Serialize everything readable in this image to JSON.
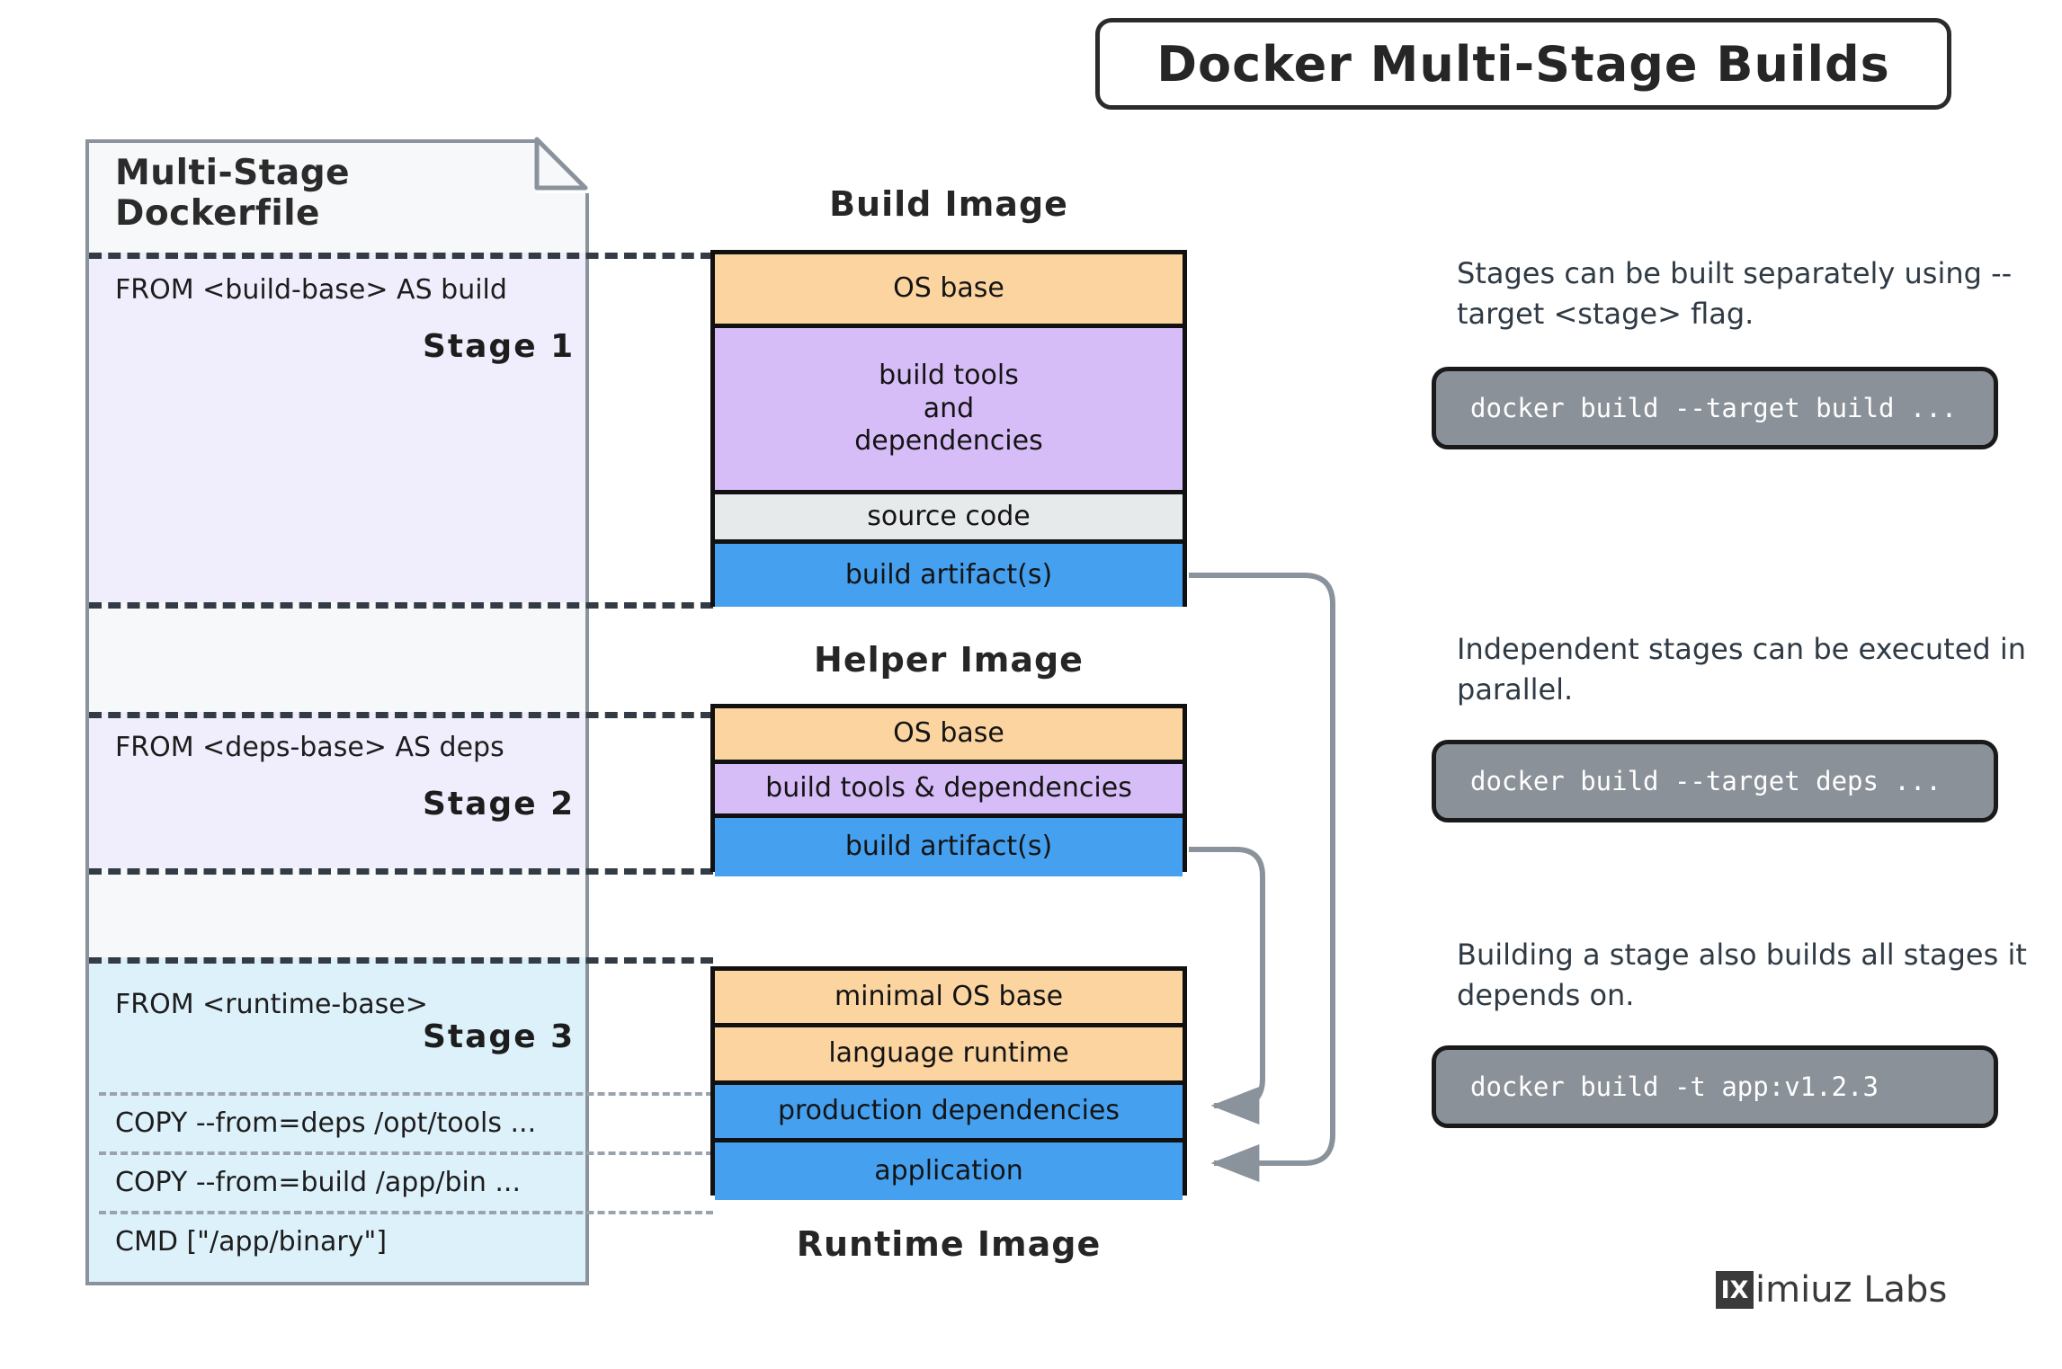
{
  "title": "Docker Multi-Stage Builds",
  "dockerfile": {
    "heading": "Multi-Stage Dockerfile",
    "stages": [
      {
        "code": "FROM <build-base> AS build",
        "label": "Stage 1"
      },
      {
        "code": "FROM <deps-base> AS deps",
        "label": "Stage 2"
      },
      {
        "code": "FROM <runtime-base>",
        "label": "Stage 3"
      }
    ],
    "extra_lines": [
      "COPY  --from=deps /opt/tools ...",
      "COPY  --from=build /app/bin ...",
      "CMD [\"/app/binary\"]"
    ]
  },
  "images": {
    "build": {
      "caption": "Build Image",
      "layers": [
        {
          "text": "OS base",
          "color": "#fbd4a0"
        },
        {
          "text": "build tools\nand\ndependencies",
          "color": "#d7bdf8"
        },
        {
          "text": "source code",
          "color": "#e7eaeb"
        },
        {
          "text": "build artifact(s)",
          "color": "#45a1f0"
        }
      ]
    },
    "helper": {
      "caption": "Helper Image",
      "layers": [
        {
          "text": "OS base",
          "color": "#fbd4a0"
        },
        {
          "text": "build tools & dependencies",
          "color": "#d7bdf8"
        },
        {
          "text": "build artifact(s)",
          "color": "#45a1f0"
        }
      ]
    },
    "runtime": {
      "caption": "Runtime Image",
      "layers": [
        {
          "text": "minimal OS base",
          "color": "#fbd4a0"
        },
        {
          "text": "language runtime",
          "color": "#fbd4a0"
        },
        {
          "text": "production dependencies",
          "color": "#45a1f0"
        },
        {
          "text": "application",
          "color": "#45a1f0"
        }
      ]
    }
  },
  "notes": [
    {
      "text": "Stages can be built separately using --target <stage> flag.",
      "command": "docker build --target build ..."
    },
    {
      "text": "Independent stages can be executed in parallel.",
      "command": "docker build --target deps ..."
    },
    {
      "text": "Building a stage also builds all stages it depends on.",
      "command": "docker build -t app:v1.2.3"
    }
  ],
  "logo": {
    "mark": "IX",
    "text": "imiuz Labs"
  },
  "colors": {
    "os_base": "#fbd4a0",
    "tools": "#d7bdf8",
    "source": "#e7eaeb",
    "artifact": "#45a1f0",
    "stage_lavender": "#f0eefc",
    "stage_blue": "#ddf1fb",
    "pill": "#8b9198",
    "ink": "#2b2b2b"
  }
}
